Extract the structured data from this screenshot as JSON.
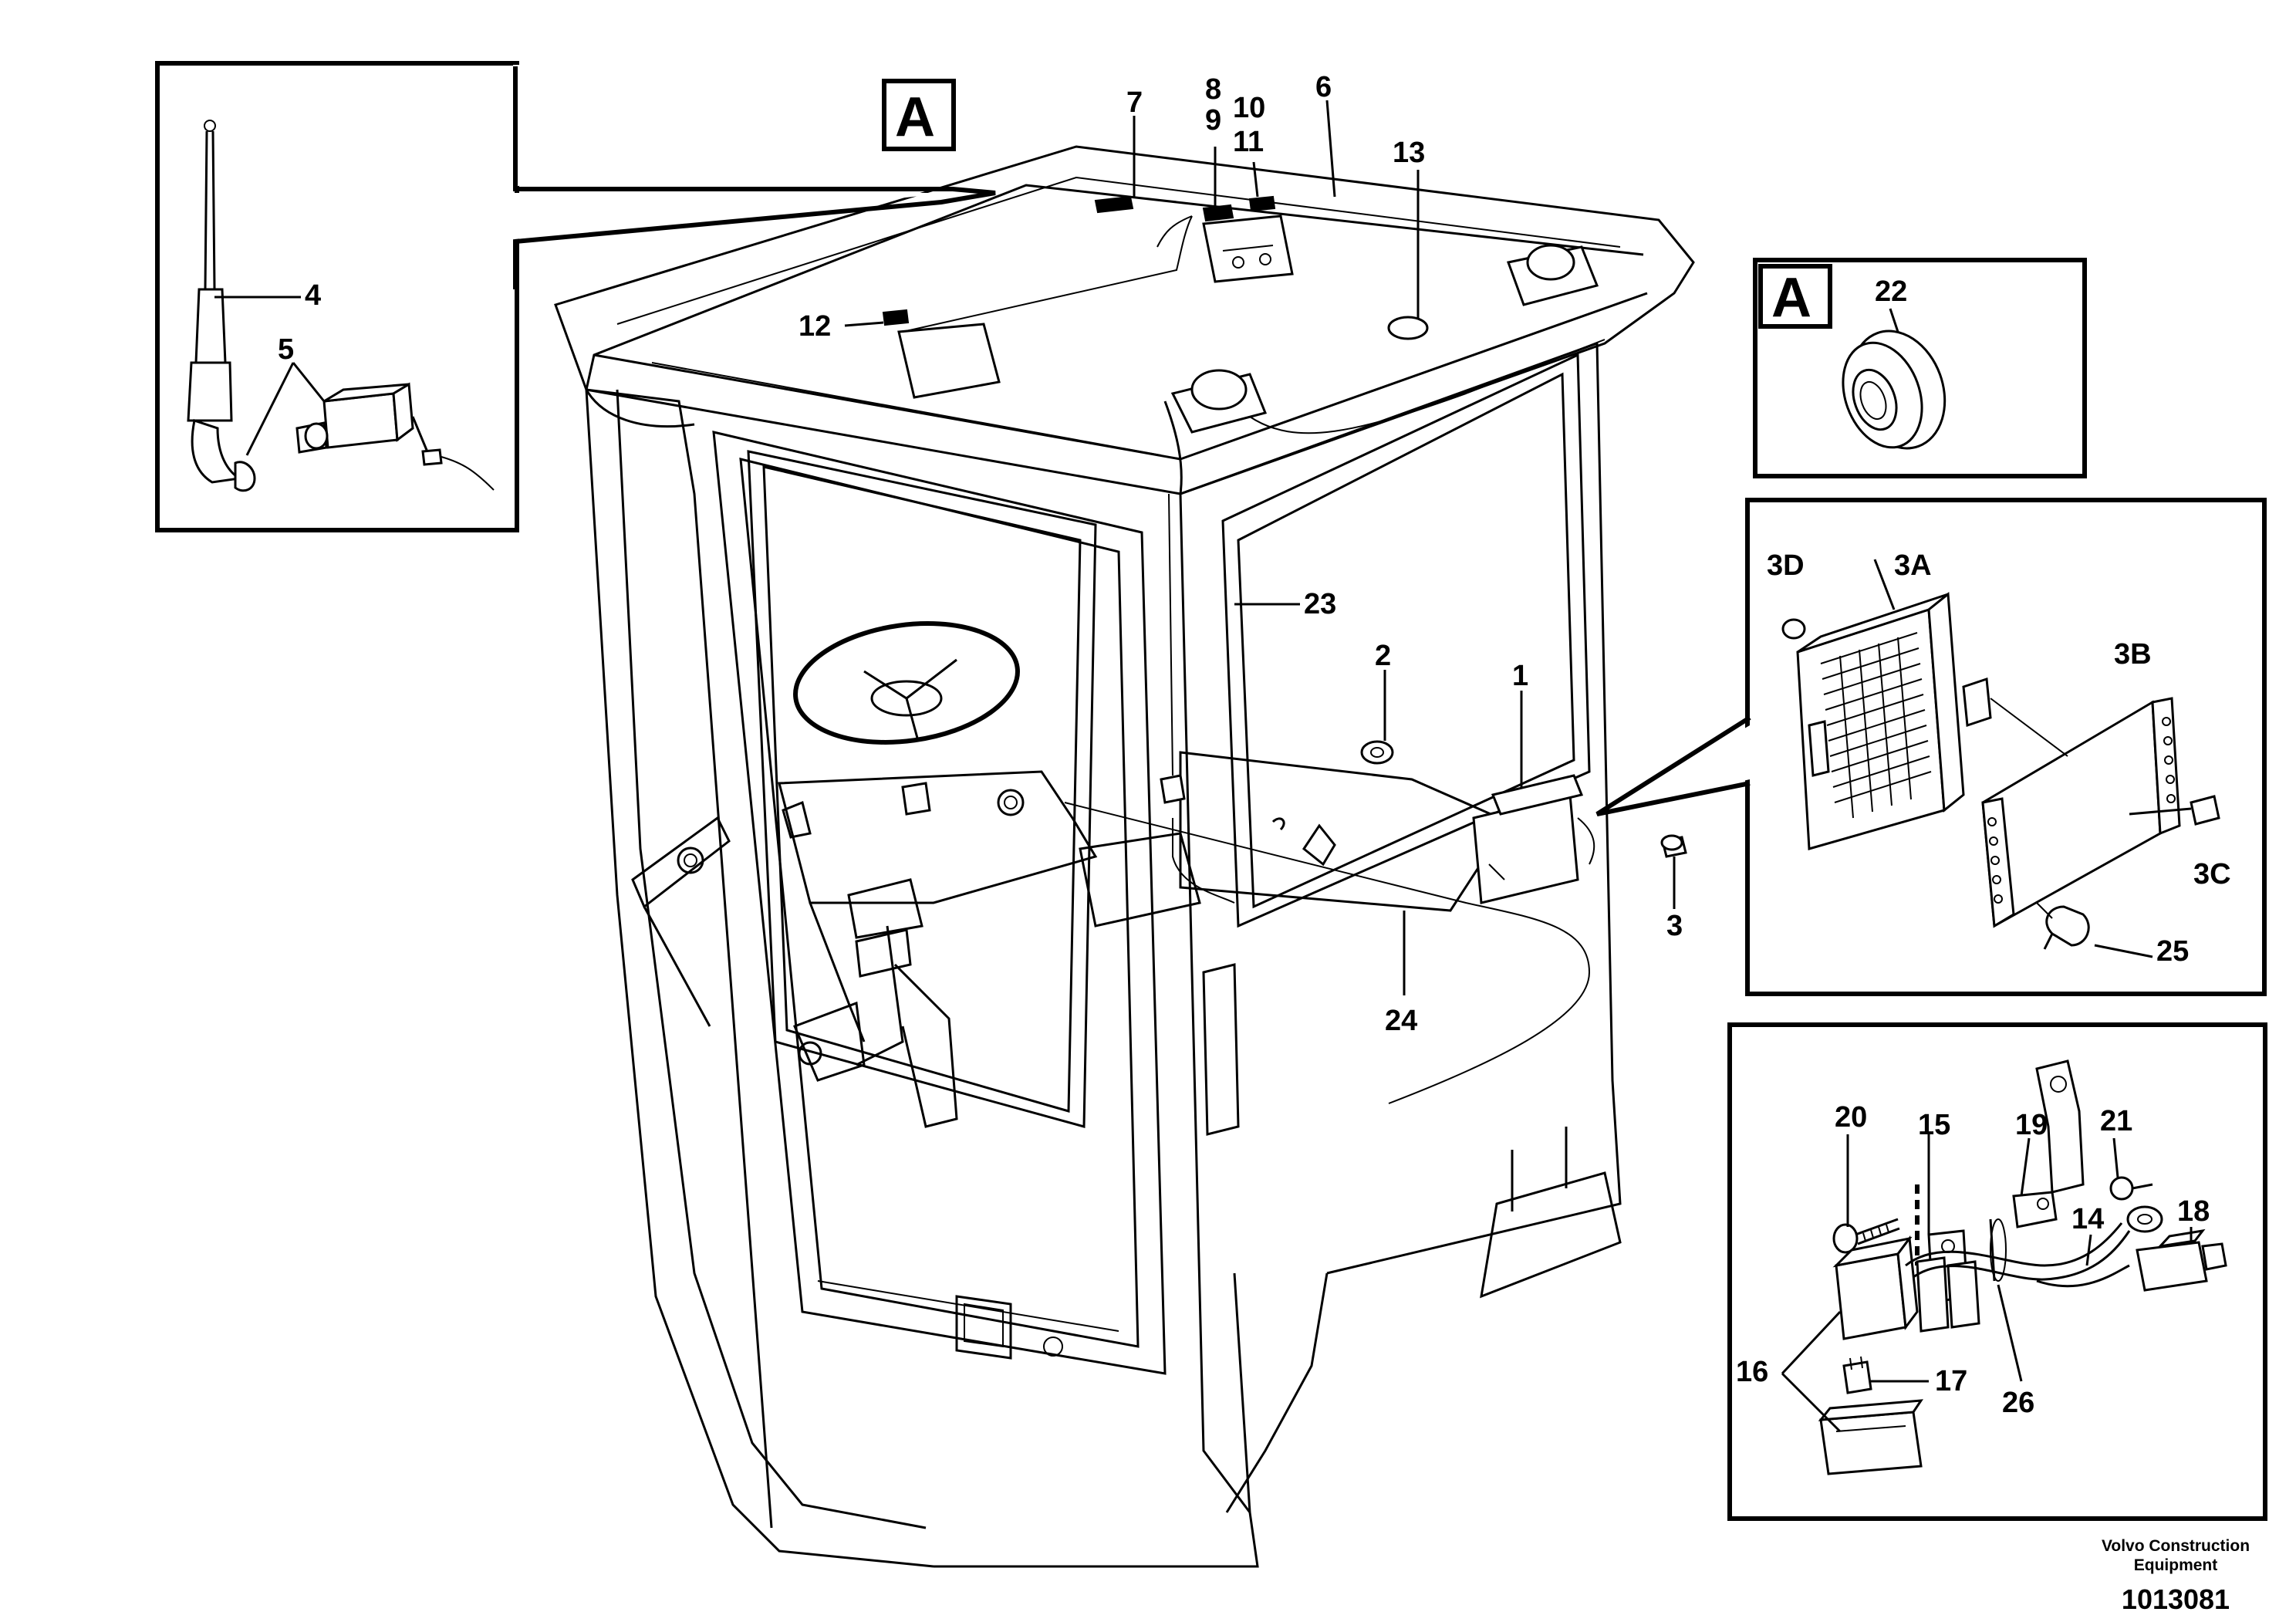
{
  "callouts": {
    "c1": "1",
    "c2": "2",
    "c3": "3",
    "c4": "4",
    "c5": "5",
    "c6": "6",
    "c7": "7",
    "c8": "8",
    "c9": "9",
    "c10": "10",
    "c11": "11",
    "c12": "12",
    "c13": "13",
    "c14": "14",
    "c15": "15",
    "c16": "16",
    "c17": "17",
    "c18": "18",
    "c19": "19",
    "c20": "20",
    "c21": "21",
    "c22": "22",
    "c23": "23",
    "c24": "24",
    "c25": "25",
    "c26": "26",
    "c3A": "3A",
    "c3B": "3B",
    "c3C": "3C",
    "c3D": "3D"
  },
  "detail_labels": {
    "main": "A",
    "inset": "A"
  },
  "footer": {
    "company_line1": "Volvo Construction",
    "company_line2": "Equipment",
    "drawing_number": "1013081"
  }
}
